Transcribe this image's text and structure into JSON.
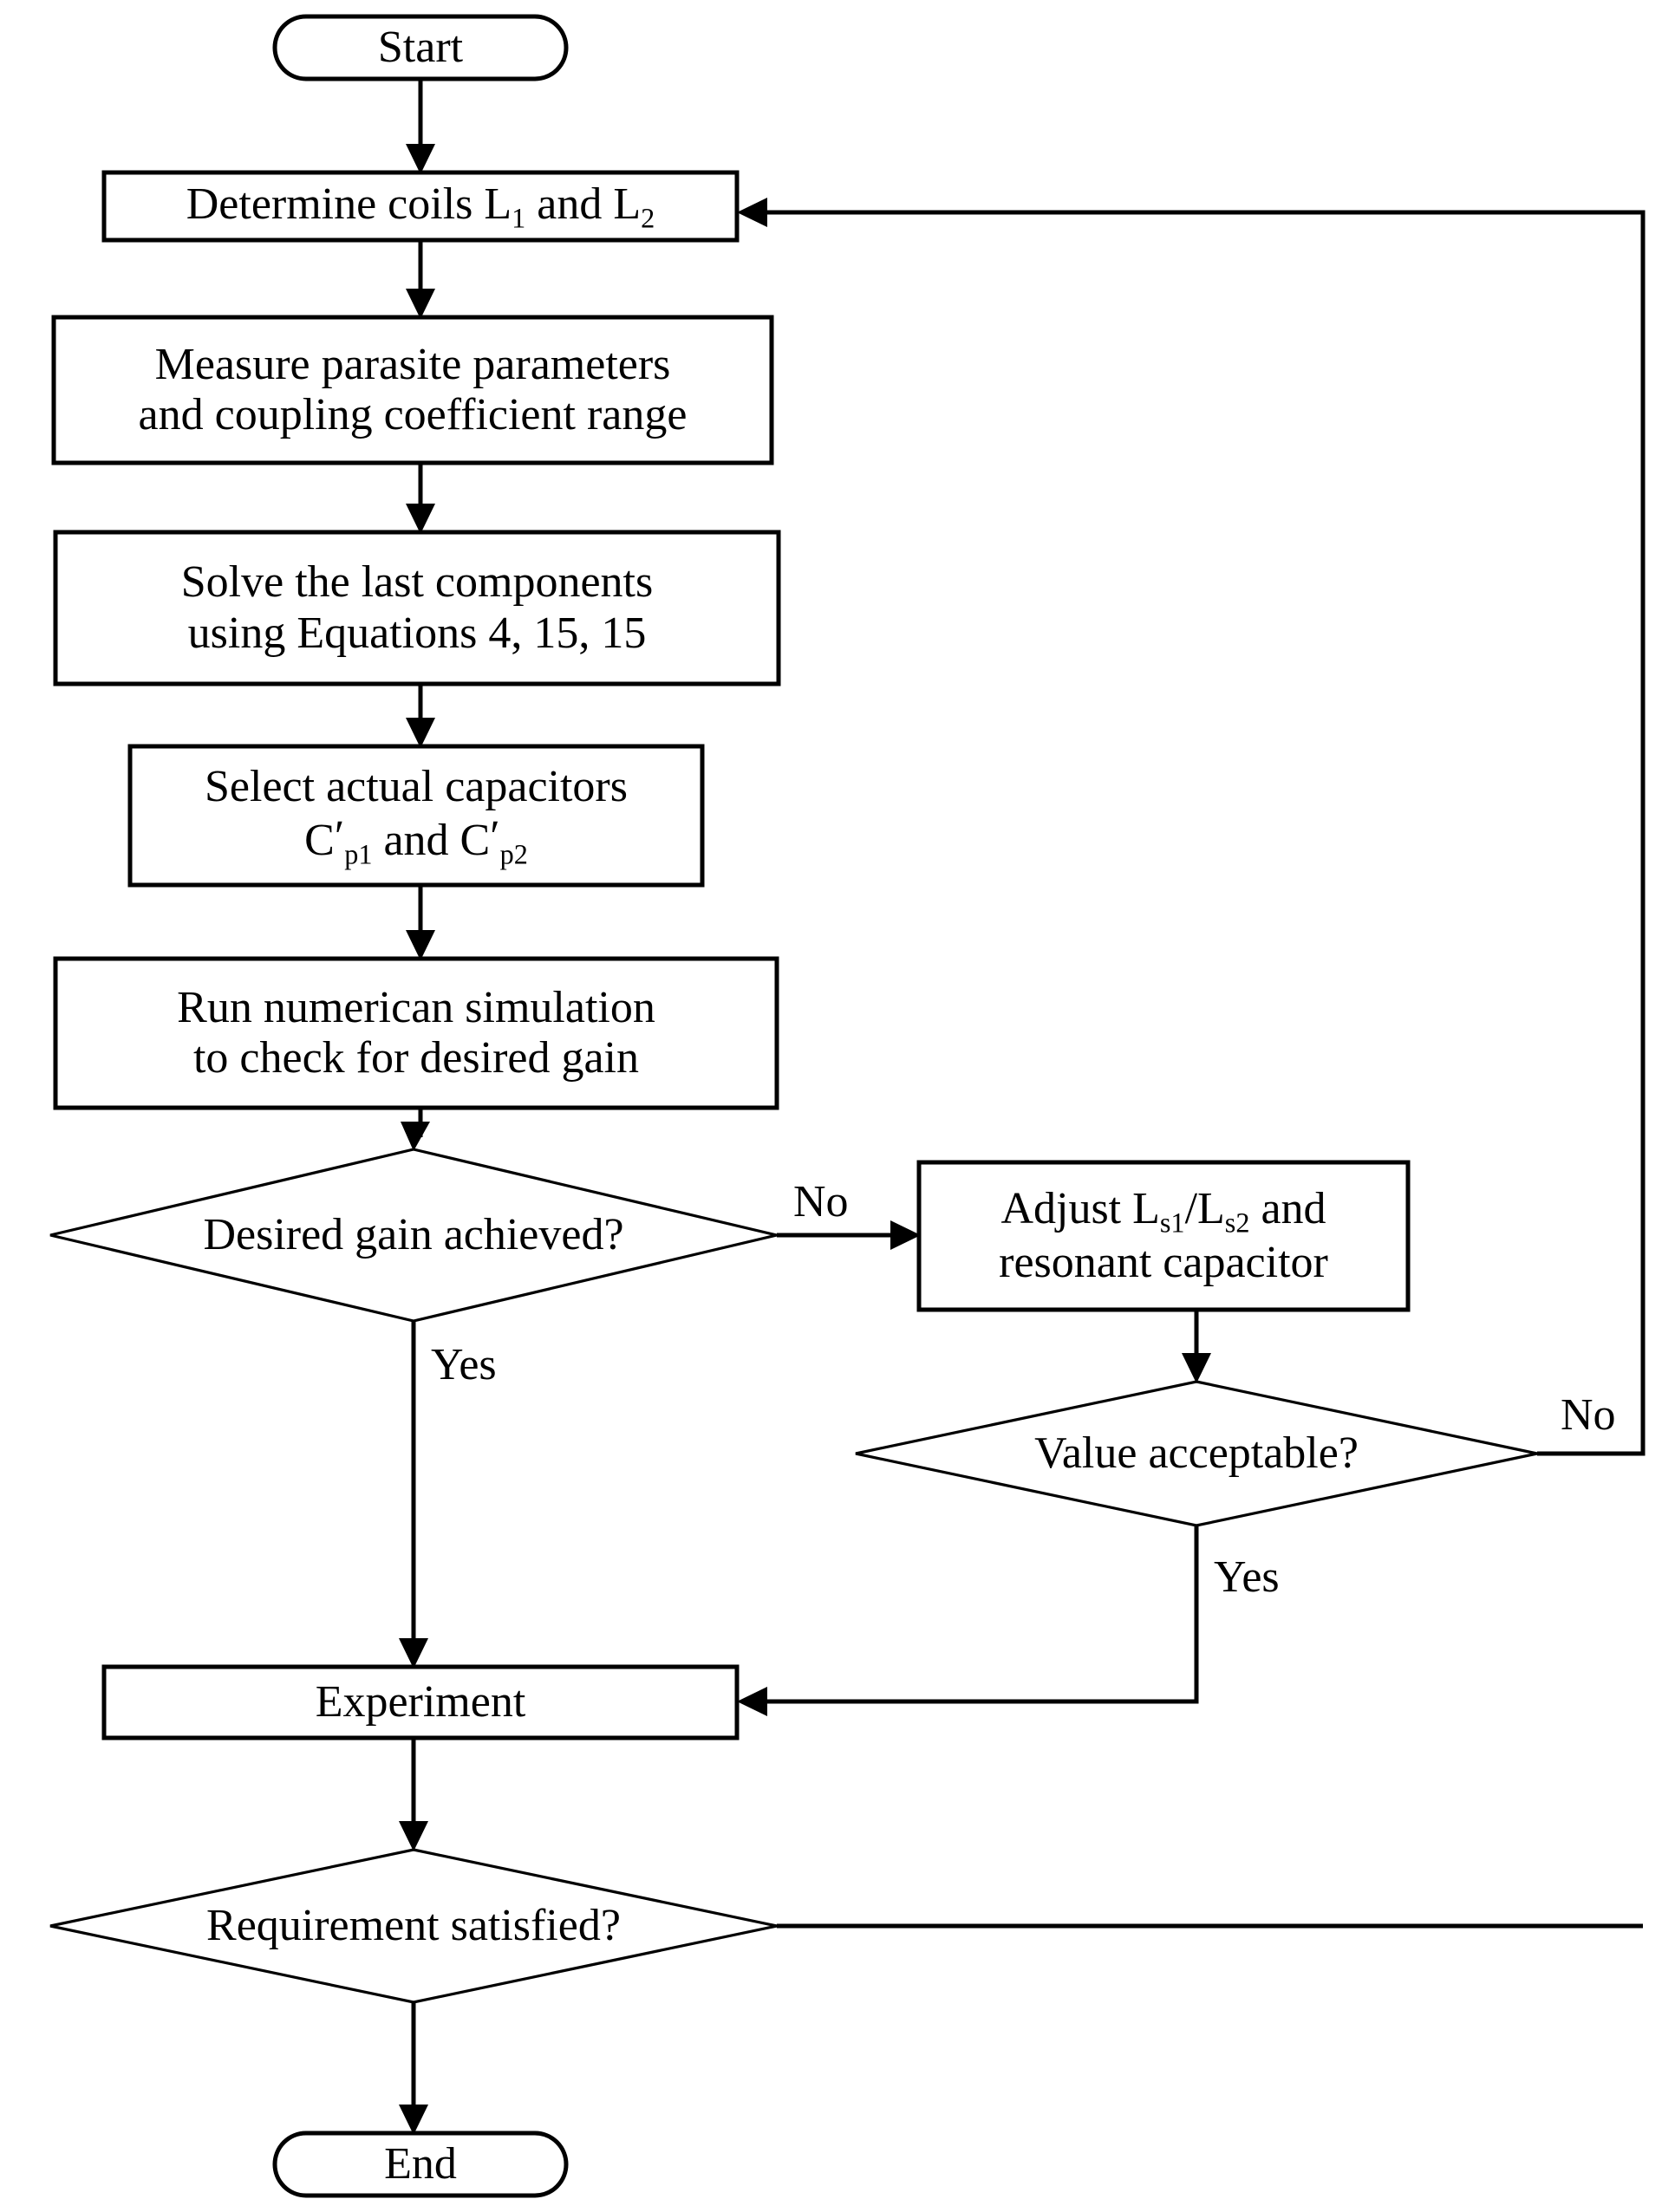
{
  "diagram": {
    "title": "Design procedure flowchart",
    "type": "flowchart",
    "background_color": "#ffffff",
    "line_color": "#000000",
    "text_color": "#000000"
  },
  "nodes": {
    "start": {
      "shape": "terminator",
      "label": "Start"
    },
    "determine_coils": {
      "shape": "process",
      "lines": [
        {
          "pre": "Determine coils L",
          "sub": "1",
          "mid": " and L",
          "sub2": "2",
          "post": ""
        }
      ],
      "plain": "Determine coils L1 and L2"
    },
    "measure_parasite": {
      "shape": "process",
      "line1": "Measure parasite parameters",
      "line2": "and coupling coefficient range"
    },
    "solve_components": {
      "shape": "process",
      "line1": "Solve the last components",
      "line2": "using Equations 4, 15, 15"
    },
    "select_capacitors": {
      "shape": "process",
      "line1": "Select actual capacitors",
      "line2_pre": "C",
      "line2_prime1": "′",
      "line2_sub1": "p1",
      "line2_mid": " and C",
      "line2_prime2": "′",
      "line2_sub2": "p2",
      "plain": "Select actual capacitors C′p1 and C′p2"
    },
    "run_simulation": {
      "shape": "process",
      "line1": "Run numerican simulation",
      "line2": "to check for desired gain"
    },
    "desired_gain": {
      "shape": "decision",
      "label": "Desired gain achieved?"
    },
    "adjust_ls": {
      "shape": "process",
      "line1_pre": "Adjust L",
      "line1_sub1": "s1",
      "line1_mid": "/L",
      "line1_sub2": "s2",
      "line1_post": " and",
      "line2": "resonant capacitor",
      "plain": "Adjust Ls1/Ls2 and resonant capacitor"
    },
    "value_acceptable": {
      "shape": "decision",
      "label": "Value acceptable?"
    },
    "experiment": {
      "shape": "process",
      "label": "Experiment"
    },
    "requirement_satisfied": {
      "shape": "decision",
      "label": "Requirement satisfied?"
    },
    "end": {
      "shape": "terminator",
      "label": "End"
    }
  },
  "edge_labels": {
    "desired_gain_no": "No",
    "desired_gain_yes": "Yes",
    "value_acceptable_no": "No",
    "value_acceptable_yes": "Yes"
  },
  "edges": [
    {
      "from": "start",
      "to": "determine_coils",
      "label": ""
    },
    {
      "from": "determine_coils",
      "to": "measure_parasite",
      "label": ""
    },
    {
      "from": "measure_parasite",
      "to": "solve_components",
      "label": ""
    },
    {
      "from": "solve_components",
      "to": "select_capacitors",
      "label": ""
    },
    {
      "from": "select_capacitors",
      "to": "run_simulation",
      "label": ""
    },
    {
      "from": "run_simulation",
      "to": "desired_gain",
      "label": ""
    },
    {
      "from": "desired_gain",
      "to": "adjust_ls",
      "label": "No"
    },
    {
      "from": "desired_gain",
      "to": "experiment",
      "label": "Yes"
    },
    {
      "from": "adjust_ls",
      "to": "value_acceptable",
      "label": ""
    },
    {
      "from": "value_acceptable",
      "to": "experiment",
      "label": "Yes"
    },
    {
      "from": "value_acceptable",
      "to": "determine_coils",
      "label": "No"
    },
    {
      "from": "experiment",
      "to": "requirement_satisfied",
      "label": ""
    },
    {
      "from": "requirement_satisfied",
      "to": "end",
      "label": ""
    },
    {
      "from": "requirement_satisfied",
      "to": "determine_coils",
      "label": ""
    }
  ]
}
